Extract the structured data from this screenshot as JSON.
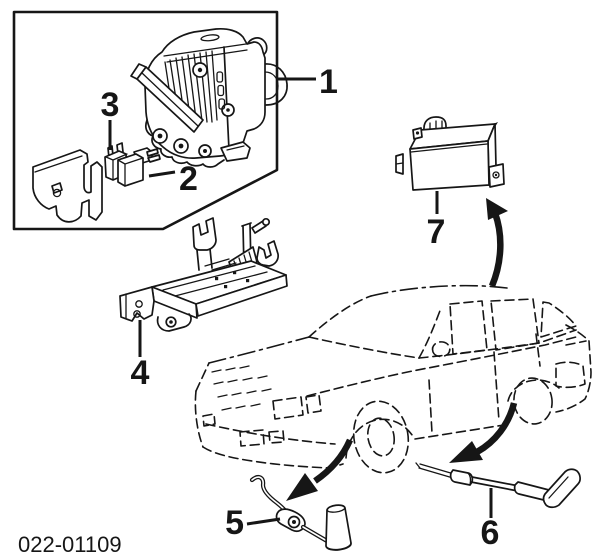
{
  "diagram": {
    "code": "022-01109",
    "ink_color": "#161616",
    "background_color": "#ffffff",
    "callouts": [
      {
        "label": "1"
      },
      {
        "label": "2"
      },
      {
        "label": "3"
      },
      {
        "label": "4"
      },
      {
        "label": "5"
      },
      {
        "label": "6"
      },
      {
        "label": "7"
      }
    ]
  }
}
